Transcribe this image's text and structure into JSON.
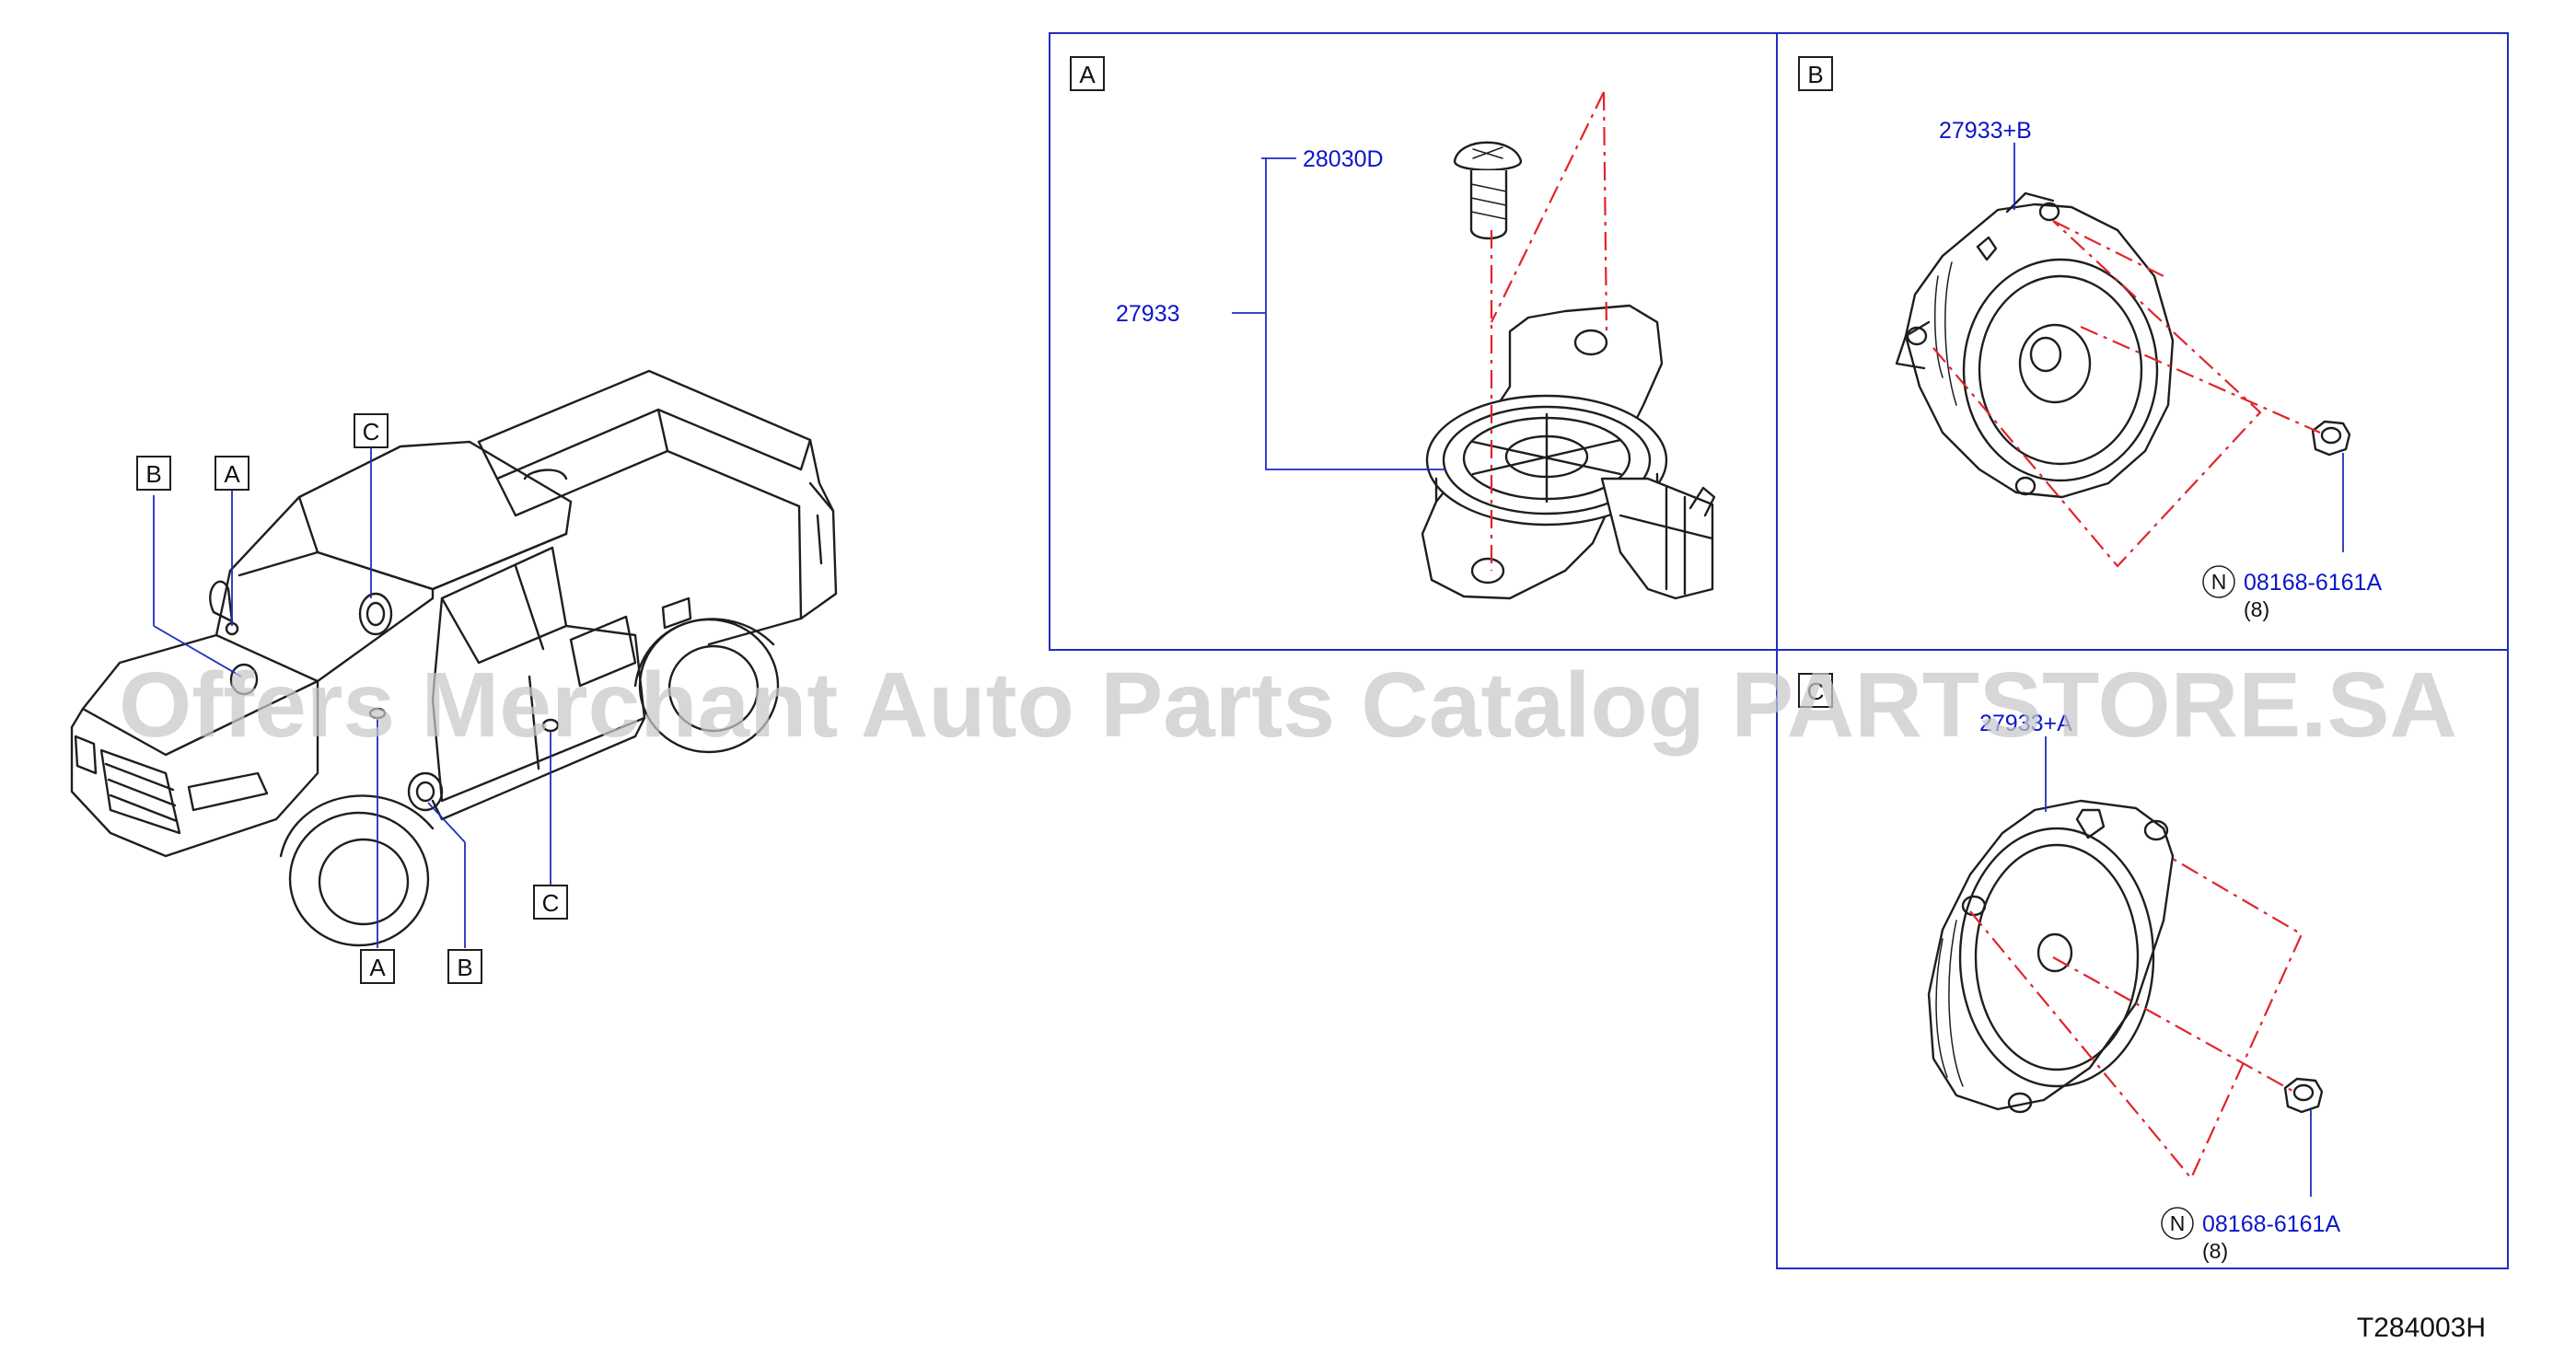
{
  "diagram": {
    "code": "T284003H",
    "watermark": "Offers Merchant Auto Parts Catalog PARTSTORE.SA",
    "vehicle_callouts": [
      {
        "id": "B",
        "letter": "B"
      },
      {
        "id": "A_top",
        "letter": "A"
      },
      {
        "id": "C_top",
        "letter": "C"
      },
      {
        "id": "A_bottom",
        "letter": "A"
      },
      {
        "id": "B_bottom",
        "letter": "B"
      },
      {
        "id": "C_bottom",
        "letter": "C"
      }
    ],
    "panels": {
      "A": {
        "letter": "A",
        "parts": [
          {
            "number": "28030D"
          },
          {
            "number": "27933"
          }
        ]
      },
      "B": {
        "letter": "B",
        "parts": [
          {
            "number": "27933+B"
          },
          {
            "number": "08168-6161A",
            "note_symbol": "N",
            "qty": "(8)"
          }
        ]
      },
      "C": {
        "letter": "C",
        "parts": [
          {
            "number": "27933+A"
          },
          {
            "number": "08168-6161A",
            "note_symbol": "N",
            "qty": "(8)"
          }
        ]
      }
    }
  }
}
